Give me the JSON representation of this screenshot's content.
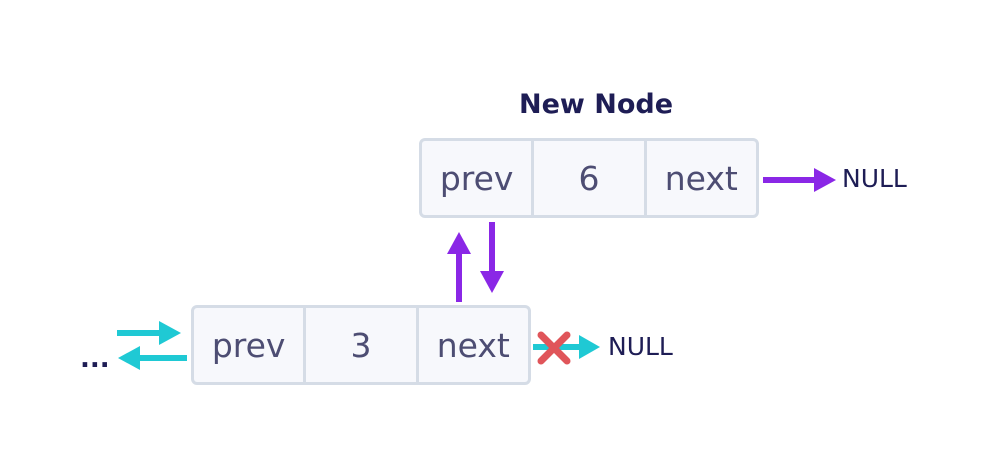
{
  "title": "New Node",
  "new_node": {
    "prev_label": "prev",
    "value": "6",
    "next_label": "next",
    "next_target": "NULL"
  },
  "existing_node": {
    "prev_label": "prev",
    "value": "3",
    "next_label": "next",
    "next_target": "NULL"
  },
  "ellipsis": "...",
  "colors": {
    "node_fill": "#f7f8fc",
    "node_border": "#d5dce6",
    "text": "#4d4d73",
    "label": "#1e1d55",
    "new_pointer_arrow": "#8a27e6",
    "old_pointer_arrow": "#1fc9d4",
    "removed_cross": "#e0555a"
  }
}
